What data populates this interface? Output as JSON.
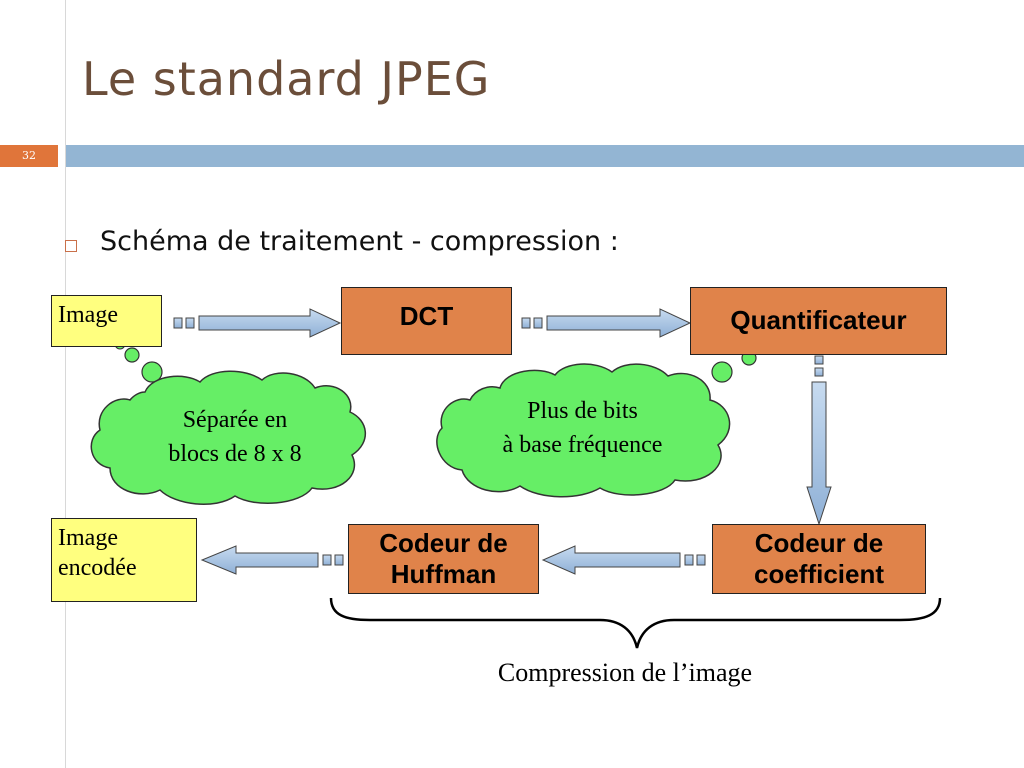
{
  "slide": {
    "title": "Le standard JPEG",
    "number": "32",
    "subtitle": "Schéma de traitement - compression :"
  },
  "diagram": {
    "input_label": "Image",
    "dct_label": "DCT",
    "quant_label": "Quantificateur",
    "huffman_label_line1": "Codeur de",
    "huffman_label_line2": "Huffman",
    "coef_label_line1": "Codeur de",
    "coef_label_line2": "coefficient",
    "output_label_line1": "Image",
    "output_label_line2": "encodée",
    "cloud1_line1": "Séparée en",
    "cloud1_line2": "blocs de 8 x 8",
    "cloud2_line1": "Plus de bits",
    "cloud2_line2": "à base fréquence",
    "brace_caption": "Compression de l’image"
  },
  "colors": {
    "accent_bar": "#93b5d3",
    "slide_number_bg": "#e0753a",
    "process_box": "#e0834a",
    "io_box": "#ffff7f",
    "cloud": "#66ee66",
    "arrow": "#9dbde0"
  },
  "icons": [
    "bullet-square-icon"
  ]
}
